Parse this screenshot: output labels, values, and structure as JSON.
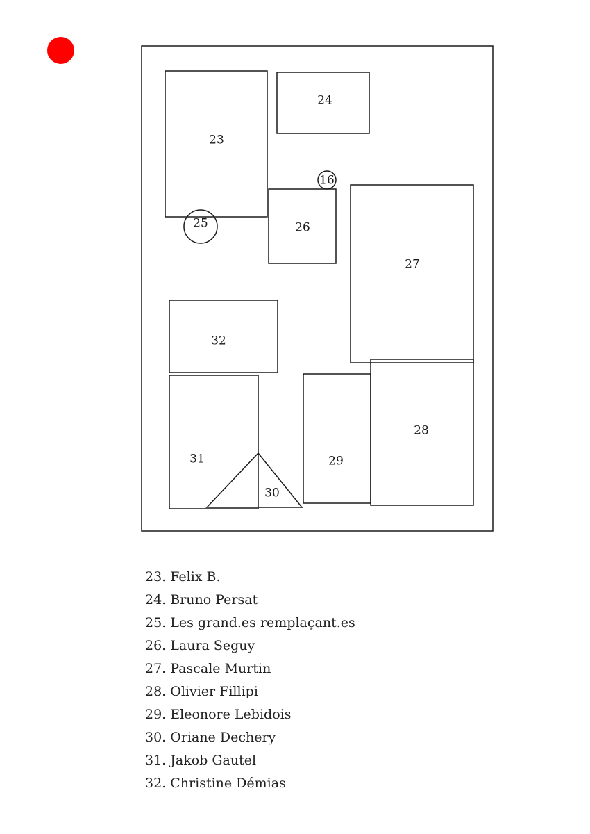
{
  "marker": {
    "color": "#ff0000"
  },
  "plan": {
    "labels": {
      "23": "23",
      "24": "24",
      "25": "25",
      "26": "26",
      "27": "27",
      "28": "28",
      "29": "29",
      "30": "30",
      "31": "31",
      "32": "32",
      "16": "16"
    }
  },
  "legend": [
    "23. Felix B.",
    "24. Bruno Persat",
    "25. Les grand.es remplaçant.es",
    "26. Laura Seguy",
    "27. Pascale Murtin",
    "28. Olivier Fillipi",
    "29. Eleonore Lebidois",
    "30. Oriane Dechery",
    "31. Jakob Gautel",
    "32. Christine Démias"
  ]
}
